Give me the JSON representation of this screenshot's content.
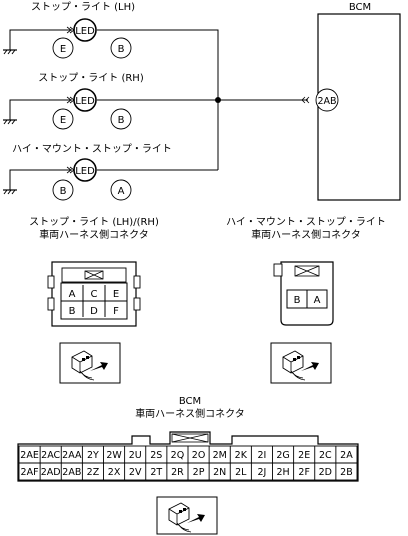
{
  "wiring": {
    "stop_lh": {
      "title": "ストップ・ライト (LH)",
      "led": "LED",
      "pin_left": "E",
      "pin_right": "B"
    },
    "stop_rh": {
      "title": "ストップ・ライト (RH)",
      "led": "LED",
      "pin_left": "E",
      "pin_right": "B"
    },
    "hmsl": {
      "title": "ハイ・マウント・ストップ・ライト",
      "led": "LED",
      "pin_left": "B",
      "pin_right": "A"
    },
    "bcm": {
      "title": "BCM",
      "terminal": "2AB"
    }
  },
  "connectors": {
    "stop": {
      "title_line1": "ストップ・ライト (LH)/(RH)",
      "title_line2": "車両ハーネス側コネクタ",
      "pins_row1": [
        "A",
        "C",
        "E"
      ],
      "pins_row2": [
        "B",
        "D",
        "F"
      ]
    },
    "hmsl": {
      "title_line1": "ハイ・マウント・ストップ・ライト",
      "title_line2": "車両ハーネス側コネクタ",
      "pins": [
        "B",
        "A"
      ]
    },
    "bcm": {
      "title_line1": "BCM",
      "title_line2": "車両ハーネス側コネクタ",
      "row1": [
        "2AE",
        "2AC",
        "2AA",
        "2Y",
        "2W",
        "2U",
        "2S",
        "2Q",
        "2O",
        "2M",
        "2K",
        "2I",
        "2G",
        "2E",
        "2C",
        "2A"
      ],
      "row2": [
        "2AF",
        "2AD",
        "2AB",
        "2Z",
        "2X",
        "2V",
        "2T",
        "2R",
        "2P",
        "2N",
        "2L",
        "2J",
        "2H",
        "2F",
        "2D",
        "2B"
      ]
    }
  }
}
